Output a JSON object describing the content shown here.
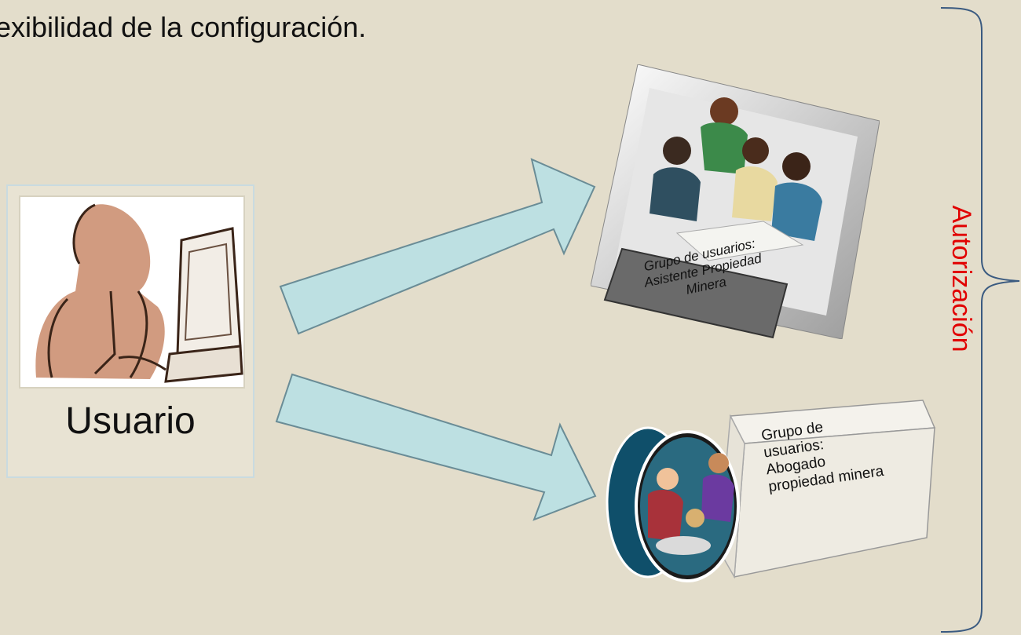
{
  "header_text": "exibilidad de la configuración.",
  "user": {
    "label": "Usuario"
  },
  "groups": [
    {
      "label_lines": [
        "Grupo de usuarios:",
        "Asistente Propiedad",
        "Minera"
      ]
    },
    {
      "label_lines": [
        "Grupo de",
        "usuarios:",
        "Abogado",
        "propiedad minera"
      ]
    }
  ],
  "authorization": {
    "label": "Autorización",
    "color": "#e10000"
  },
  "colors": {
    "background": "#e3ddcb",
    "arrow_fill": "#bde0e2",
    "arrow_stroke": "#6a8c96"
  }
}
